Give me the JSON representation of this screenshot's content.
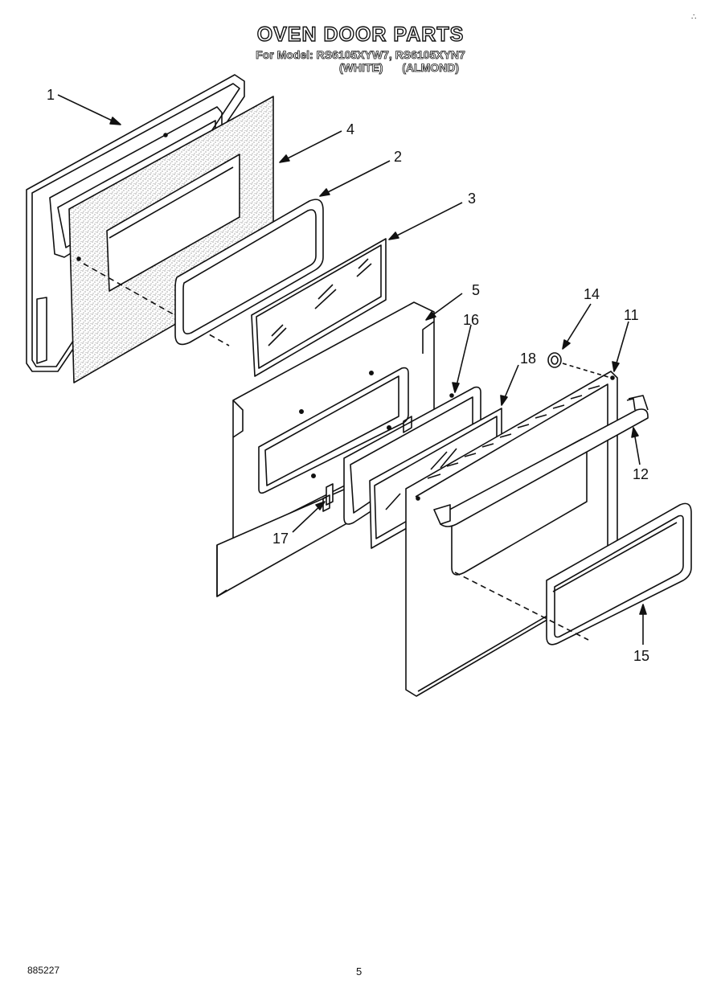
{
  "header": {
    "title": "OVEN DOOR PARTS",
    "model_prefix": "For Model:",
    "models": [
      "RS6105XYW7,",
      "RS6105XYN7"
    ],
    "variants": [
      "(WHITE)",
      "(ALMOND)"
    ]
  },
  "corner_mark": "∴",
  "callouts": [
    "1",
    "4",
    "2",
    "3",
    "5",
    "16",
    "18",
    "14",
    "11",
    "12",
    "17",
    "15"
  ],
  "footer": {
    "code": "885227",
    "page": "5"
  }
}
